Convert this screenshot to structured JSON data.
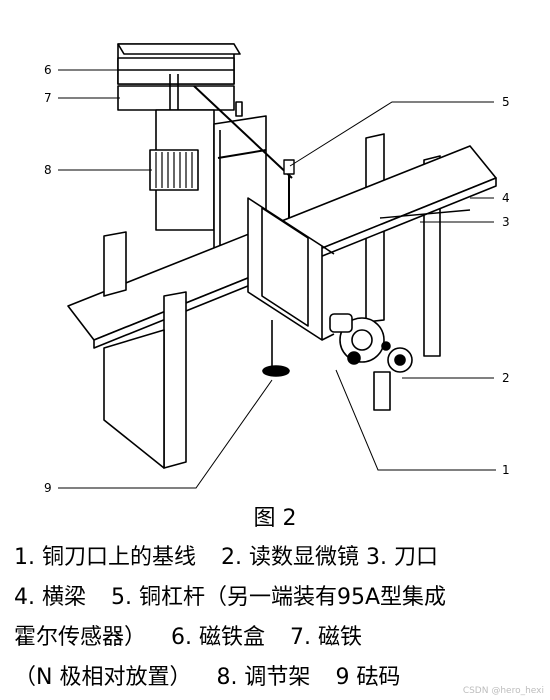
{
  "figure": {
    "caption": "图 2",
    "callouts": [
      "1",
      "2",
      "3",
      "4",
      "5",
      "6",
      "7",
      "8",
      "9"
    ],
    "legend_lines": [
      [
        "1. 铜刀口上的基线",
        "2. 读数显微镜",
        "3. 刀口"
      ],
      [
        "4. 横梁",
        "5. 铜杠杆（另一端装有95A型集成"
      ],
      [
        "霍尔传感器）",
        "6. 磁铁盒",
        "7. 磁铁"
      ],
      [
        "（N 极相对放置）",
        "8. 调节架",
        "9 砝码"
      ]
    ]
  },
  "watermark": "CSDN @hero_hexi"
}
